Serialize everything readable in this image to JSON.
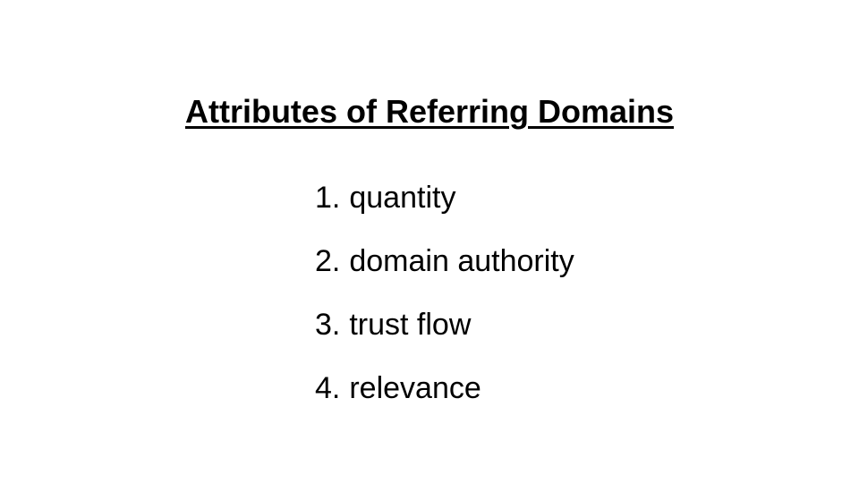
{
  "slide": {
    "title": "Attributes of Referring Domains",
    "items": [
      {
        "number": "1.",
        "label": "quantity"
      },
      {
        "number": "2.",
        "label": "domain authority"
      },
      {
        "number": "3.",
        "label": "trust flow"
      },
      {
        "number": "4.",
        "label": "relevance"
      }
    ]
  }
}
